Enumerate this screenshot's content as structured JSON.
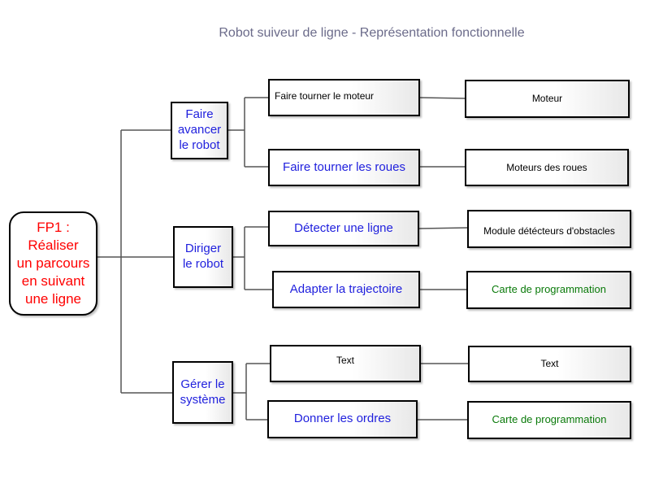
{
  "title": "Robot suiveur de ligne - Représentation fonctionnelle",
  "root": {
    "label": "FP1 :\nRéaliser\nun parcours\nen suivant\nune ligne"
  },
  "functions": [
    {
      "label": "Faire\navancer\nle robot",
      "subfunctions": [
        {
          "label": "Faire tourner le moteur",
          "component": "Moteur"
        },
        {
          "label": "Faire tourner les roues",
          "component": "Moteurs des roues"
        }
      ]
    },
    {
      "label": "Diriger\nle robot",
      "subfunctions": [
        {
          "label": "Détecter une ligne",
          "component": "Module détécteurs d'obstacles"
        },
        {
          "label": "Adapter la trajectoire",
          "component": "Carte de programmation"
        }
      ]
    },
    {
      "label": "Gérer le\nsystème",
      "subfunctions": [
        {
          "label": "Text",
          "component": "Text"
        },
        {
          "label": "Donner les ordres",
          "component": "Carte de programmation"
        }
      ]
    }
  ],
  "colors": {
    "root_text": "#ff0000",
    "function_text": "#1f1fdd",
    "component_green_text": "#0a7a0a",
    "title_text": "#6b6b8a",
    "connector": "#555555"
  }
}
